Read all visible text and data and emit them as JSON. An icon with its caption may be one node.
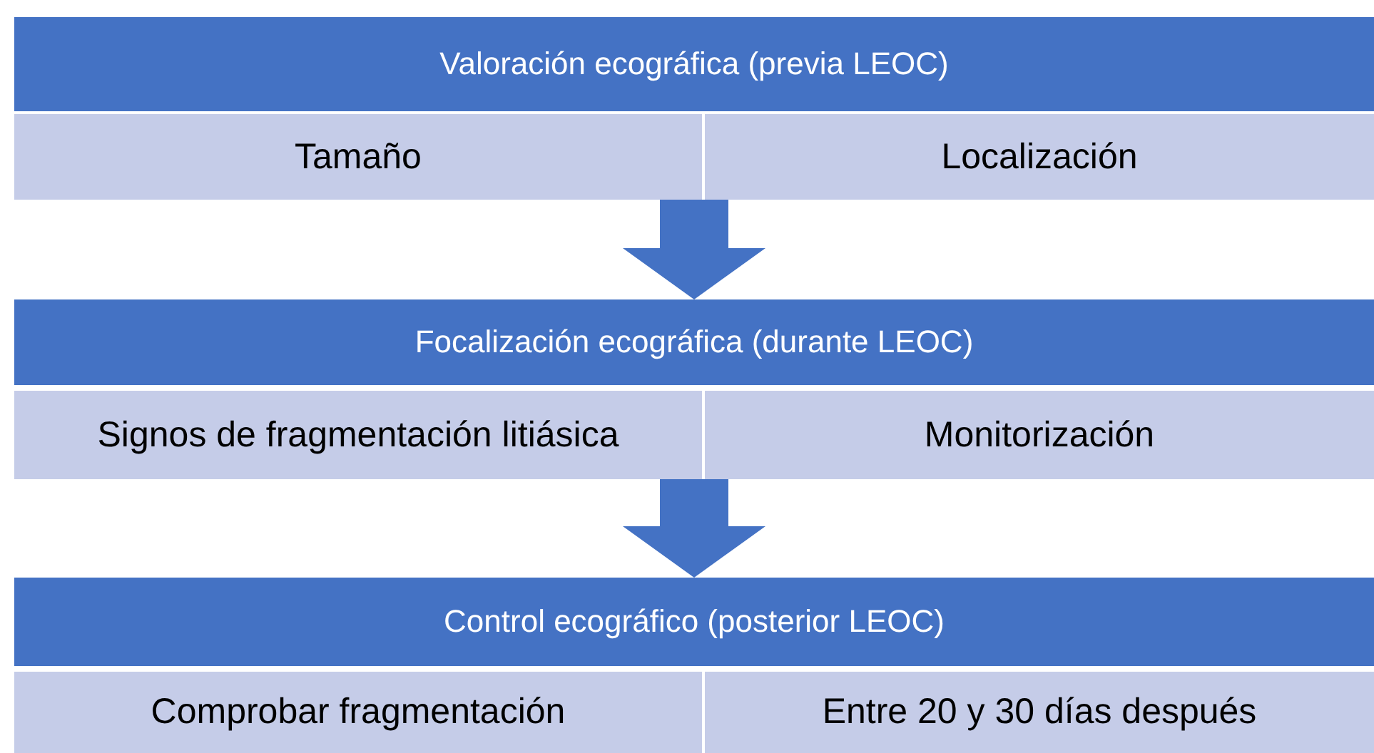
{
  "diagram": {
    "nodes": [
      {
        "text": [
          "Valoración ecográfica (previa LEOC)"
        ]
      },
      {
        "text": [
          "Tamaño"
        ]
      },
      {
        "text": [
          "Localización"
        ]
      },
      {
        "text": [
          "Focalización ecográfica (durante LEOC)"
        ]
      },
      {
        "text": [
          "Signos de fragmentación litiásica"
        ]
      },
      {
        "text": [
          "Monitorización"
        ]
      },
      {
        "text": [
          "Control ecográfico (posterior LEOC)"
        ]
      },
      {
        "text": [
          "Comprobar fragmentación"
        ]
      },
      {
        "text": [
          "Entre 20 y 30 días después"
        ]
      }
    ],
    "edges": [
      {
        "from": 1,
        "to": 3,
        "arrow": "to"
      },
      {
        "from": 2,
        "to": 3,
        "arrow": "to"
      },
      {
        "from": 4,
        "to": 6,
        "arrow": "to"
      },
      {
        "from": 5,
        "to": 6,
        "arrow": "to"
      }
    ]
  }
}
